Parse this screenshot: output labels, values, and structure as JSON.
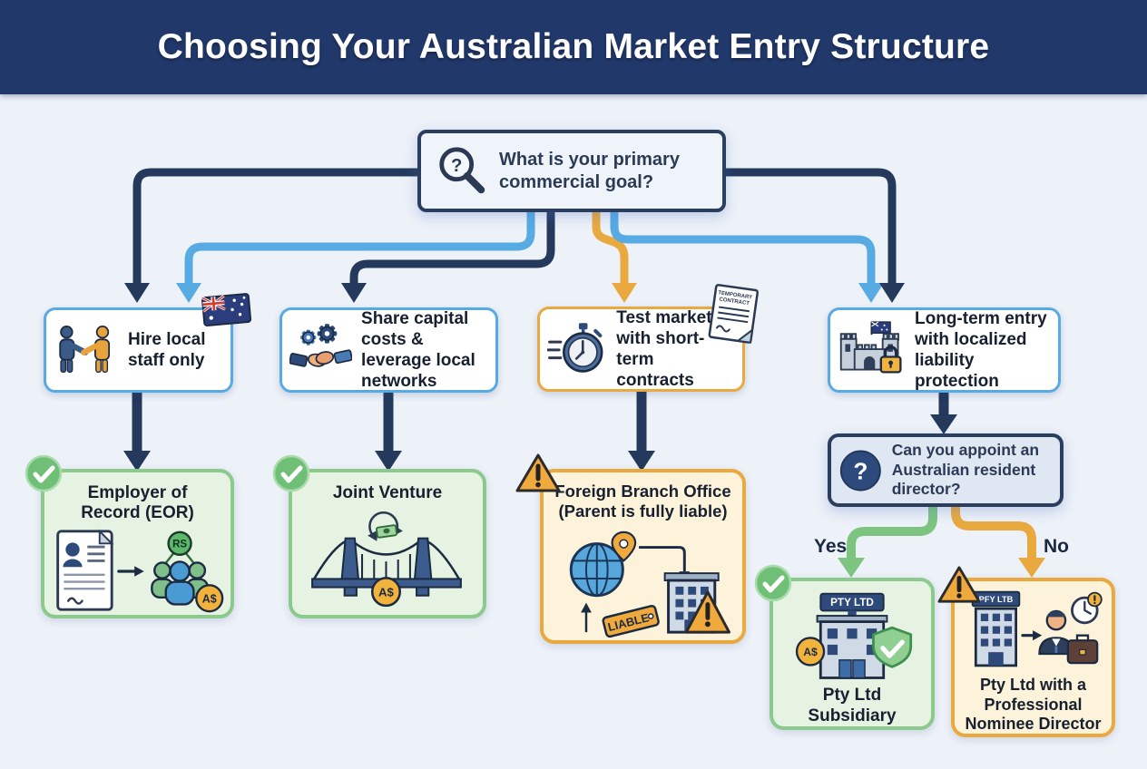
{
  "header": {
    "title": "Choosing Your Australian Market Entry Structure"
  },
  "root_question": {
    "text": "What is your primary commercial goal?",
    "icon": "magnifier-question-icon",
    "question_mark": "?"
  },
  "branches": [
    {
      "label": "Hire local staff only",
      "accent_color": "#57aae2",
      "decoration": "australia-flag"
    },
    {
      "label": "Share capital costs & leverage local networks",
      "accent_color": "#57aae2"
    },
    {
      "label": "Test market with short-term contracts",
      "accent_color": "#e9a93f",
      "decoration": "temporary-contract-document",
      "doc_line1": "TEMPORARY",
      "doc_line2": "CONTRACT"
    },
    {
      "label": "Long-term entry with localized liability protection",
      "accent_color": "#57aae2"
    }
  ],
  "outcomes": [
    {
      "title": "Employer of Record (EOR)",
      "status": "recommended",
      "rs_badge": "RS"
    },
    {
      "title": "Joint Venture",
      "status": "recommended"
    },
    {
      "title": "Foreign Branch Office (Parent is fully liable)",
      "status": "warning",
      "liable_tag": "LIABLE"
    },
    {
      "title": "Pty Ltd Subsidiary",
      "status": "recommended",
      "sign": "PTY LTD"
    },
    {
      "title": "Pty Ltd with a Professional Nominee Director",
      "status": "warning",
      "sign": "PFY LTB"
    }
  ],
  "sub_question": {
    "text": "Can you appoint an Australian resident director?",
    "question_mark": "?"
  },
  "edge_labels": {
    "yes": "Yes",
    "no": "No"
  },
  "currency_badge": "A$",
  "palette": {
    "header_bg": "#21386b",
    "background": "#edf1f8",
    "navy_connector": "#24395c",
    "blue_connector": "#57aae2",
    "orange_connector": "#e9a93f",
    "green_connector": "#7cc47f",
    "good_fill": "#e7f3e2",
    "good_border": "#8cc98c",
    "warn_fill": "#fdf3da",
    "warn_border": "#e9a93f",
    "question_fill": "#eff4fb",
    "sub_question_fill": "#dfe7f3"
  }
}
